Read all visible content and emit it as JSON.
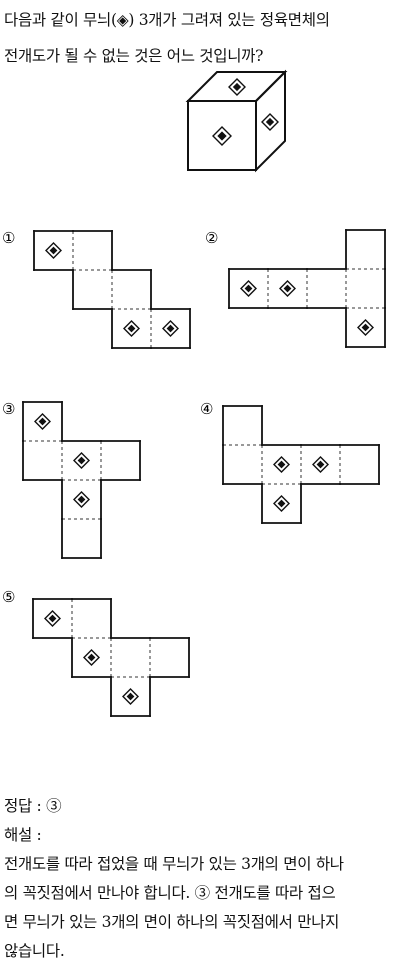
{
  "question": {
    "line1": "다음과 같이 무늬(◈) 3개가 그려져 있는 정육면체의",
    "line2": "전개도가 될 수 없는 것은 어느 것입니까?"
  },
  "pattern_symbol": "◈",
  "options": [
    {
      "marker": "①"
    },
    {
      "marker": "②"
    },
    {
      "marker": "③"
    },
    {
      "marker": "④"
    },
    {
      "marker": "⑤"
    }
  ],
  "answer": {
    "label": "정답 : ③",
    "explanation_label": "해설 :",
    "explanation_lines": [
      "전개도를 따라 접었을 때 무늬가 있는 3개의 면이 하나",
      "의 꼭짓점에서 만나야 합니다. ③ 전개도를 따라 접으",
      "면 무늬가 있는 3개의 면이 하나의 꼭짓점에서 만나지",
      "않습니다."
    ]
  }
}
